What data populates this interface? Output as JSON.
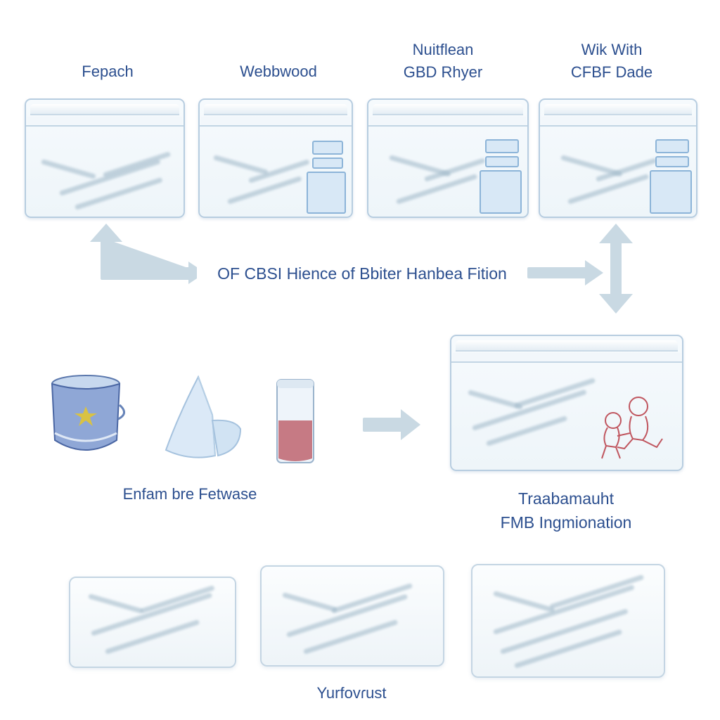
{
  "top_labels": [
    {
      "lines": [
        "Fepach"
      ]
    },
    {
      "lines": [
        "Webbwood"
      ]
    },
    {
      "lines": [
        "Nuitflean",
        "GBD Rhyer"
      ]
    },
    {
      "lines": [
        "Wik With",
        "CFBF Dade"
      ]
    }
  ],
  "connector_label": "OF CBSI Hience of Bbiter Hanbea Fition",
  "left_group_label": "Enfam bre Fetwase",
  "right_panel_label": [
    "Traabamauht",
    "FMB Ingmionation"
  ],
  "bottom_label": "Yurfovɾust",
  "icons": [
    "cup-icon",
    "tent-icon",
    "glass-icon",
    "people-sketch-icon"
  ],
  "colors": {
    "label": "#2c4f8f",
    "arrow": "#c9d9e3",
    "panel_border": "#b7cde0",
    "sketch": "#c0565f"
  }
}
